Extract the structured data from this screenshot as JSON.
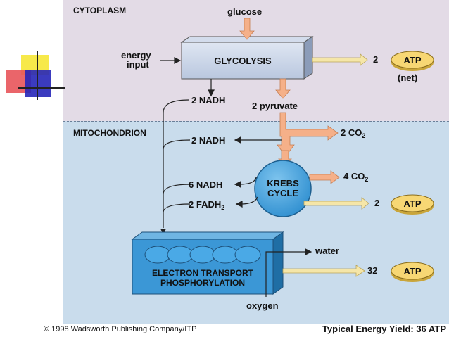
{
  "regions": {
    "cytoplasm": "CYTOPLASM",
    "mitochondrion": "MITOCHONDRION"
  },
  "inputs": {
    "glucose": "glucose",
    "energy_input_line1": "energy",
    "energy_input_line2": "input",
    "oxygen": "oxygen"
  },
  "glycolysis": {
    "label": "GLYCOLYSIS",
    "atp_count": "2",
    "atp_note": "(net)",
    "nadh": "2 NADH",
    "pyruvate": "2 pyruvate"
  },
  "mito_prep": {
    "nadh": "2 NADH",
    "co2_count": "2 CO",
    "co2_sub": "2"
  },
  "krebs": {
    "label_line1": "KREBS",
    "label_line2": "CYCLE",
    "nadh": "6 NADH",
    "fadh_text": "2 FADH",
    "fadh_sub": "2",
    "co2_count": "4 CO",
    "co2_sub": "2",
    "atp_count": "2"
  },
  "etc": {
    "label_line1": "ELECTRON TRANSPORT",
    "label_line2": "PHOSPHORYLATION",
    "water": "water",
    "atp_count": "32"
  },
  "atp_label": "ATP",
  "footer": {
    "copyright": "© 1998 Wadsworth Publishing Company/ITP",
    "yield": "Typical Energy Yield:  36 ATP"
  },
  "colors": {
    "cytoplasm_bg": "#e3dbe6",
    "mitochondrion_bg": "#c9dcec",
    "glycolysis_box": "#b9c7df",
    "krebs_circle": "#4aa3dc",
    "etc_box": "#2f8fd0",
    "atp_fill": "#f7d774",
    "arrow_orange": "#f5b089",
    "arrow_yellow": "#f5e6a8"
  }
}
